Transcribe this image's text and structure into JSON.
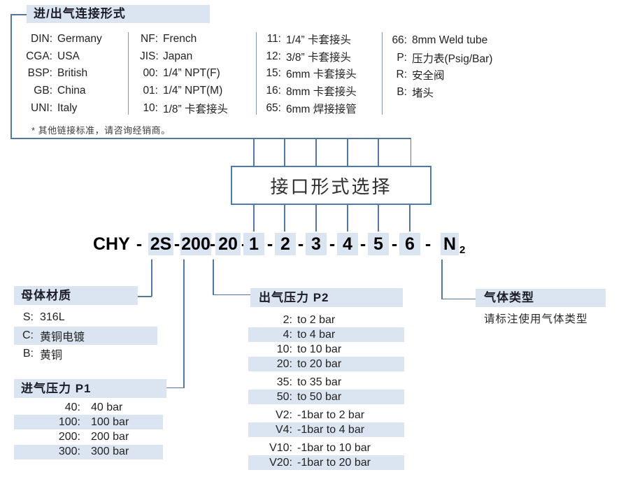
{
  "colors": {
    "highlight": "#dbe5f1",
    "line": "#54779f",
    "box_border": "#4d7aad"
  },
  "connection": {
    "title": "进/出气连接形式",
    "footnote": "* 其他链接标准，请咨询经销商。",
    "columns": [
      {
        "items": [
          {
            "code": "DIN:",
            "desc": "Germany"
          },
          {
            "code": "CGA:",
            "desc": "USA"
          },
          {
            "code": "BSP:",
            "desc": "British"
          },
          {
            "code": "GB:",
            "desc": "China"
          },
          {
            "code": "UNI:",
            "desc": "Italy"
          }
        ]
      },
      {
        "items": [
          {
            "code": "NF:",
            "desc": "French"
          },
          {
            "code": "JIS:",
            "desc": "Japan"
          },
          {
            "code": "00:",
            "desc": "1/4”  NPT(F)"
          },
          {
            "code": "01:",
            "desc": "1/4”  NPT(M)"
          },
          {
            "code": "10:",
            "desc": "1/8”  卡套接头"
          }
        ]
      },
      {
        "items": [
          {
            "code": "11:",
            "desc": "1/4”  卡套接头"
          },
          {
            "code": "12:",
            "desc": "3/8”  卡套接头"
          },
          {
            "code": "15:",
            "desc": "6mm 卡套接头"
          },
          {
            "code": "16:",
            "desc": "8mm 卡套接头"
          },
          {
            "code": "65:",
            "desc": "6mm 焊接接管"
          }
        ]
      },
      {
        "items": [
          {
            "code": "66:",
            "desc": "8mm Weld tube"
          },
          {
            "code": "P:",
            "desc": "压力表(Psig/Bar)"
          },
          {
            "code": "R:",
            "desc": "安全阀"
          },
          {
            "code": "B:",
            "desc": "堵头"
          }
        ]
      }
    ]
  },
  "interface_box": {
    "label": "接口形式选择"
  },
  "model": {
    "prefix": "CHY",
    "dash": "-",
    "material": "2S",
    "inlet": "200",
    "outlet": "20",
    "ports": [
      "1",
      "2",
      "3",
      "4",
      "5",
      "6"
    ],
    "gas": "N",
    "gas_sub": "2"
  },
  "material_section": {
    "title": "母体材质",
    "items": [
      {
        "code": "S:",
        "desc": "316L"
      },
      {
        "code": "C:",
        "desc": "黄铜电镀"
      },
      {
        "code": "B:",
        "desc": "黄铜"
      }
    ]
  },
  "inlet_section": {
    "title": "进气压力 P1",
    "items": [
      {
        "code": "40:",
        "desc": "40 bar"
      },
      {
        "code": "100:",
        "desc": "100 bar"
      },
      {
        "code": "200:",
        "desc": "200 bar"
      },
      {
        "code": "300:",
        "desc": "300 bar"
      }
    ]
  },
  "outlet_section": {
    "title": "出气压力 P2",
    "items": [
      {
        "code": "2:",
        "desc": "to 2 bar"
      },
      {
        "code": "4:",
        "desc": "to 4 bar"
      },
      {
        "code": "10:",
        "desc": "to 10 bar"
      },
      {
        "code": "20:",
        "desc": "to 20 bar"
      },
      {
        "code": "35:",
        "desc": "to 35 bar"
      },
      {
        "code": "50:",
        "desc": "to 50 bar"
      },
      {
        "code": "V2:",
        "desc": "-1bar to 2 bar"
      },
      {
        "code": "V4:",
        "desc": "-1bar to 4 bar"
      },
      {
        "code": "V10:",
        "desc": "-1bar to 10 bar"
      },
      {
        "code": "V20:",
        "desc": "-1bar to 20 bar"
      }
    ]
  },
  "gas_section": {
    "title": "气体类型",
    "note": "请标注使用气体类型"
  }
}
